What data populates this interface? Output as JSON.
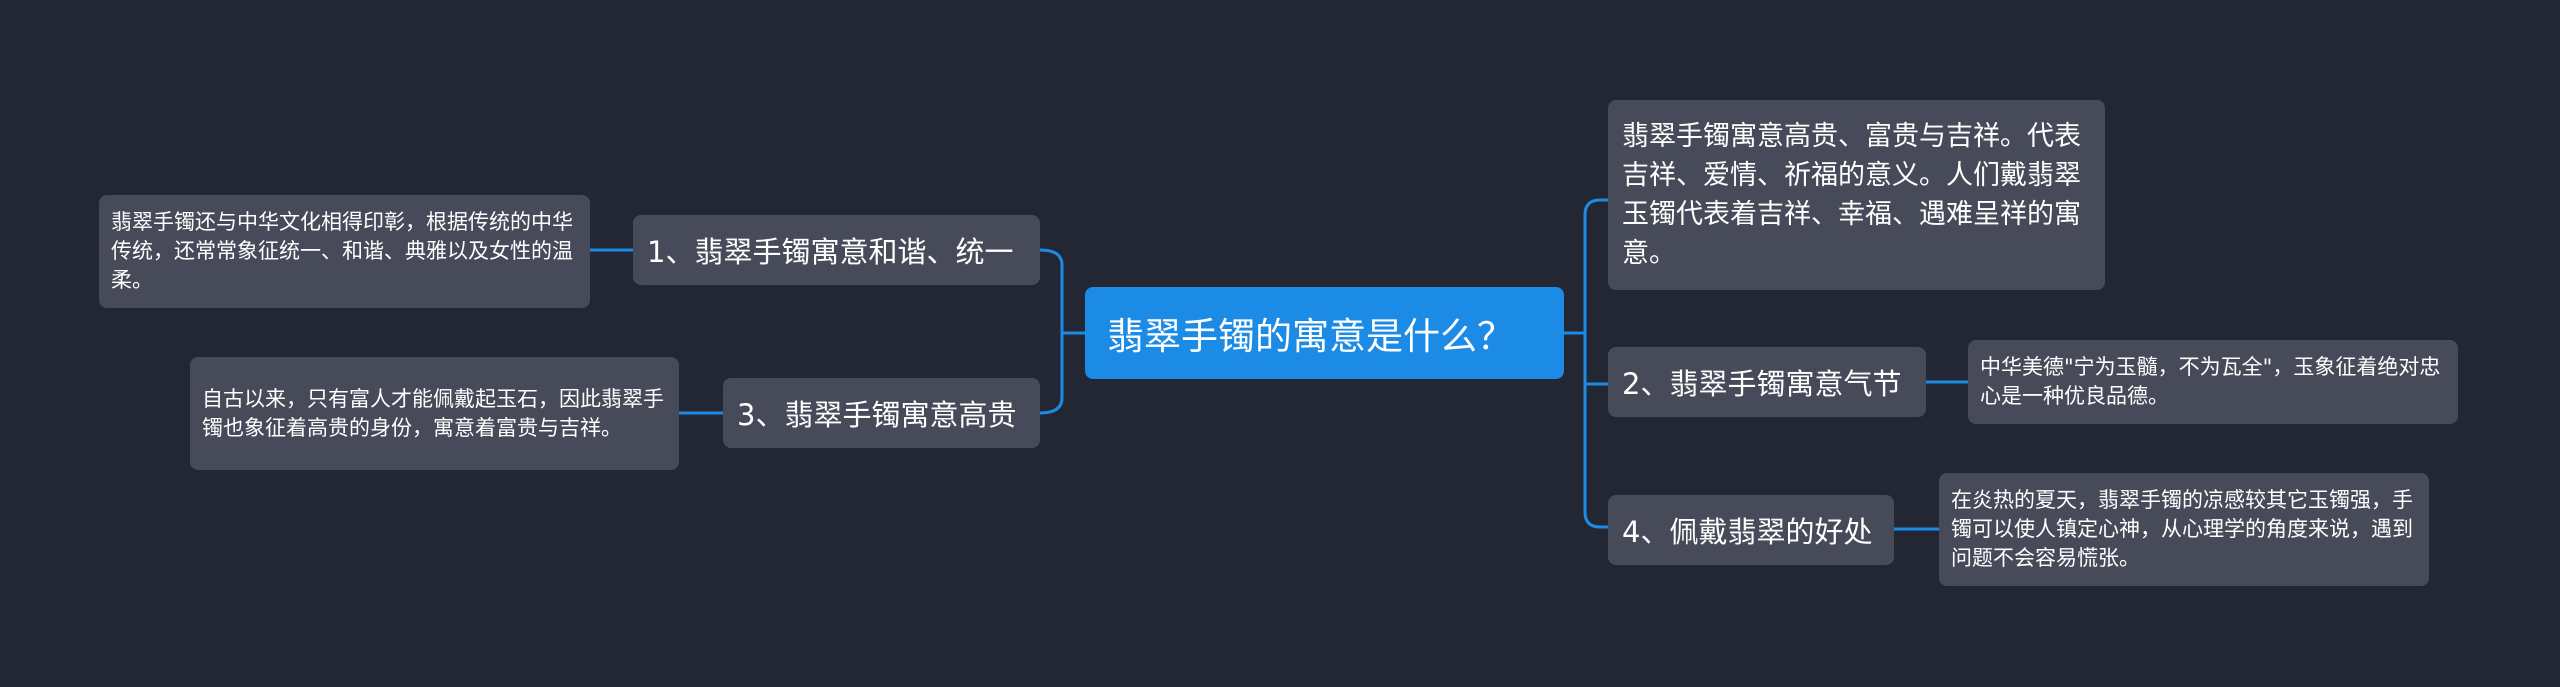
{
  "root": {
    "label": "翡翠手镯的寓意是什么？"
  },
  "right": {
    "top_leaf": "翡翠手镯寓意高贵、富贵与吉祥。代表吉祥、爱情、祈福的意义。人们戴翡翠玉镯代表着吉祥、幸福、遇难呈祥的寓意。",
    "branch2": "2、翡翠手镯寓意气节",
    "branch2_leaf": "中华美德\"宁为玉髓，不为瓦全\"，玉象征着绝对忠心是一种优良品德。",
    "branch4": "4、佩戴翡翠的好处",
    "branch4_leaf": "在炎热的夏天，翡翠手镯的凉感较其它玉镯强，手镯可以使人镇定心神，从心理学的角度来说，遇到问题不会容易慌张。"
  },
  "left": {
    "branch1": "1、翡翠手镯寓意和谐、统一",
    "branch1_leaf": "翡翠手镯还与中华文化相得印彰，根据传统的中华传统，还常常象征统一、和谐、典雅以及女性的温柔。",
    "branch3": "3、翡翠手镯寓意高贵",
    "branch3_leaf": "自古以来，只有富人才能佩戴起玉石，因此翡翠手镯也象征着高贵的身份，寓意着富贵与吉祥。"
  },
  "colors": {
    "background": "#222733",
    "root_fill": "#1c8be6",
    "node_fill": "#474b59",
    "connector": "#1c8be6",
    "text": "#ffffff"
  }
}
